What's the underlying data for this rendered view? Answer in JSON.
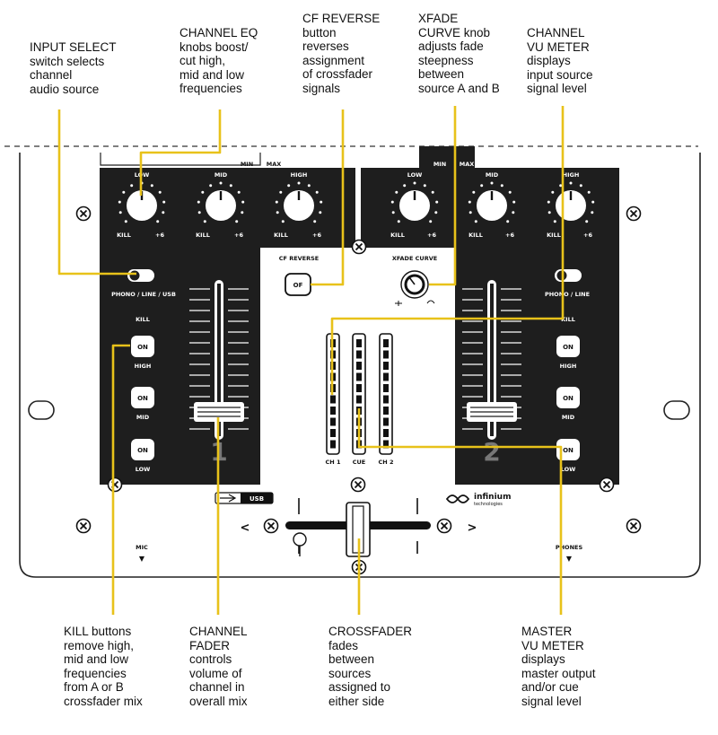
{
  "callouts": {
    "input_select": [
      "INPUT SELECT",
      "switch selects",
      "channel",
      "audio source"
    ],
    "channel_eq": [
      "CHANNEL EQ",
      "knobs boost/",
      "cut high,",
      "mid and low",
      "frequencies"
    ],
    "cf_reverse": [
      "CF REVERSE",
      "button",
      "reverses",
      "assignment",
      "of crossfader",
      "signals"
    ],
    "xfade_curve": [
      "XFADE",
      "CURVE knob",
      "adjusts fade",
      "steepness",
      "between",
      "source A and B"
    ],
    "channel_vu": [
      "CHANNEL",
      "VU METER",
      "displays",
      "input source",
      "signal level"
    ],
    "kill_buttons": [
      "KILL buttons",
      "remove high,",
      "mid and low",
      "frequencies",
      "from A or B",
      "crossfader mix"
    ],
    "channel_fader": [
      "CHANNEL",
      "FADER",
      "controls",
      "volume of",
      "channel in",
      "overall mix"
    ],
    "crossfader": [
      "CROSSFADER",
      "fades",
      "between",
      "sources",
      "assigned to",
      "either side"
    ],
    "master_vu": [
      "MASTER",
      "VU METER",
      "displays",
      "master output",
      "and/or cue",
      "signal level"
    ]
  },
  "panel": {
    "eq_low": "LOW",
    "eq_mid": "MID",
    "eq_high": "HIGH",
    "kill": "KILL",
    "plus6": "+6",
    "min": "MIN",
    "max": "MAX",
    "cf_reverse_label": "CF REVERSE",
    "cf_reverse_button": "OF",
    "xfade_curve_label": "XFADE CURVE",
    "input_left": "PHONO / LINE / USB",
    "input_right": "PHONO / LINE",
    "kill_title": "KILL",
    "kill_on": "ON",
    "kill_high": "HIGH",
    "kill_mid": "MID",
    "kill_low": "LOW",
    "channel1": "1",
    "channel2": "2",
    "vu_ch1": "CH 1",
    "vu_cue": "CUE",
    "vu_ch2": "CH 2",
    "mic": "MIC",
    "phones": "PHONES",
    "usb_badge": "USB",
    "brand": "infinium",
    "brand_sub": "technologies",
    "arrow_left": "<",
    "arrow_right": ">",
    "down_arrow": "▼"
  },
  "colors": {
    "leader": "#e8c21a",
    "panel_dark": "#1e1e1e",
    "outline": "#222222"
  }
}
